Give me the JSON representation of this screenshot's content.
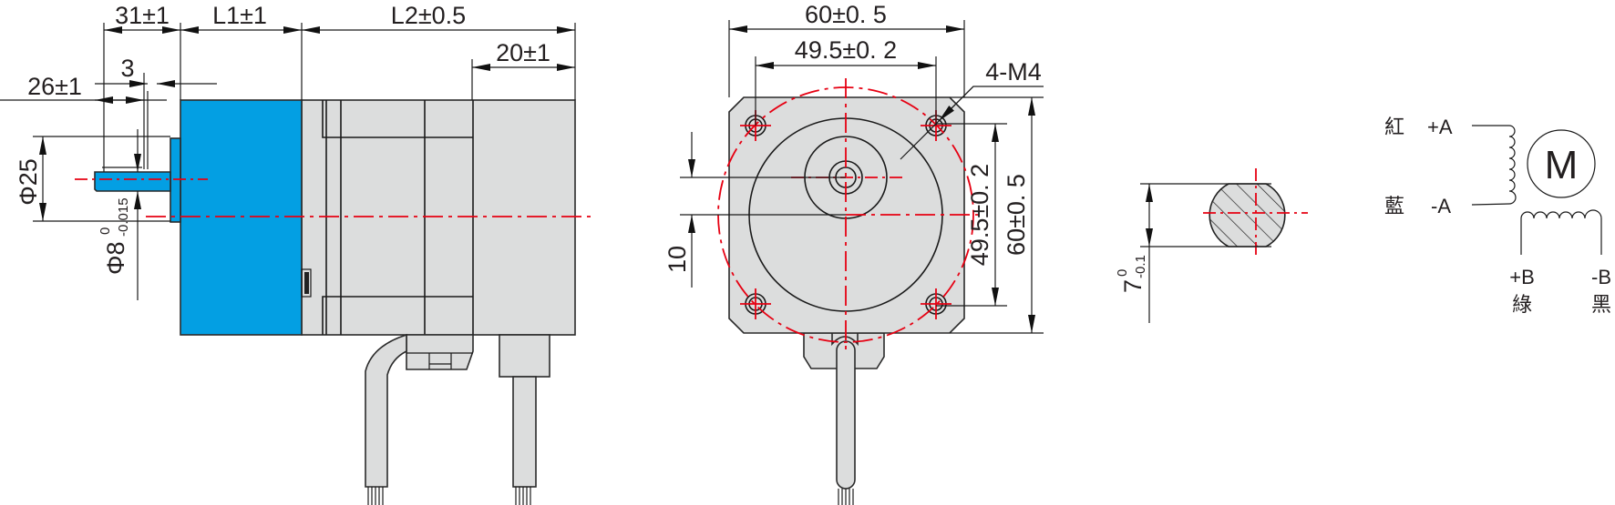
{
  "side_view": {
    "dim_31": "31±1",
    "dim_L1": "L1±1",
    "dim_L2": "L2±0.5",
    "dim_20": "20±1",
    "dim_3": "3",
    "dim_26": "26±1",
    "dim_phi25": "Φ25",
    "dim_phi8": "Φ8",
    "dim_phi8_tol_upper": "0",
    "dim_phi8_tol_lower": "-0.015"
  },
  "front_view": {
    "dim_width_60": "60±0. 5",
    "dim_width_49": "49.5±0. 2",
    "dim_height_60": "60±0. 5",
    "dim_height_49": "49.5±0. 2",
    "dim_hole": "4-M4",
    "dim_offset": "10"
  },
  "shaft_section": {
    "dim_flat": "7",
    "dim_flat_tol_upper": "0",
    "dim_flat_tol_lower": "-0.1"
  },
  "wiring": {
    "motor_label": "M",
    "phase_a_plus": "+A",
    "phase_a_minus": "-A",
    "phase_b_plus": "+B",
    "phase_b_minus": "-B",
    "color_red": "紅",
    "color_blue": "藍",
    "color_green": "綠",
    "color_black": "黑"
  },
  "colors": {
    "encoder_blue": "#039fe3",
    "body_gray": "#dcdddd",
    "centerline_red": "#e60012"
  }
}
